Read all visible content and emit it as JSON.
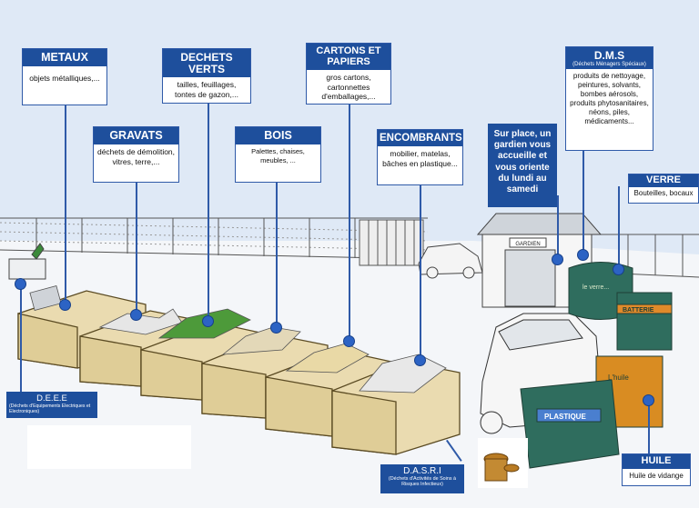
{
  "labels": {
    "metaux": {
      "title": "METAUX",
      "desc": "objets métalliques,..."
    },
    "gravats": {
      "title": "GRAVATS",
      "desc": "déchets de démolition, vitres, terre,..."
    },
    "dechets_verts": {
      "title": "DECHETS VERTS",
      "desc": "tailles, feuillages, tontes de gazon,..."
    },
    "bois": {
      "title": "BOIS",
      "desc": "Palettes, chaises, meubles, ..."
    },
    "cartons": {
      "title": "CARTONS ET PAPIERS",
      "desc": "gros cartons, cartonnettes d'emballages,..."
    },
    "encombrants": {
      "title": "ENCOMBRANTS",
      "desc": "mobilier, matelas, bâches en plastique..."
    },
    "dms": {
      "title": "D.M.S",
      "subtitle": "(Déchets Ménagers Spéciaux)",
      "desc": "produits de nettoyage, peintures, solvants, bombes aérosols, produits phytosanitaires, néons, piles, médicaments..."
    },
    "verre": {
      "title": "VERRE",
      "desc": "Bouteilles, bocaux"
    },
    "huile": {
      "title": "HUILE",
      "desc": "Huile de vidange"
    },
    "deee": {
      "title": "D.E.E.E",
      "desc": "(Déchets d'Equipements Electriques et Electroniques)"
    },
    "dasri": {
      "title": "D.A.S.R.I",
      "desc": "(Déchets d'Activités de Soins à Risques Infectieux)"
    },
    "gardien": {
      "text": "Sur place, un gardien vous accueille et vous oriente du lundi au samedi"
    }
  },
  "scene": {
    "garage_sign": "GARDIEN",
    "container_labels": {
      "verre": "le verre...",
      "batterie": "BATTERIE",
      "huile": "L'huile",
      "plastique": "PLASTIQUE"
    }
  },
  "colors": {
    "label_blue": "#1e4f9c",
    "line_blue": "#2f5aa8",
    "dot_blue": "#2c63c4",
    "skip_wood": "#eadbb0",
    "container_green": "#2f6d5e",
    "container_orange": "#d98c22"
  }
}
